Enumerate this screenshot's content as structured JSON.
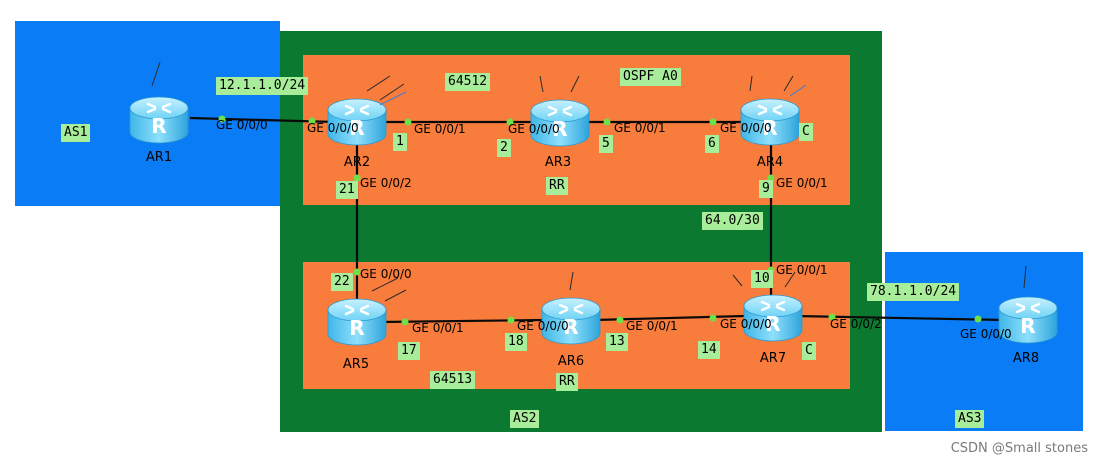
{
  "zones": {
    "as1": "AS1",
    "as2": "AS2",
    "as3": "AS3",
    "as2_upper": "64512",
    "as2_lower": "64513",
    "ospf": "OSPF A0"
  },
  "networks": {
    "ar1_ar2": "12.1.1.0/24",
    "ar4_ar7": "64.0/30",
    "ar7_ar8": "78.1.1.0/24"
  },
  "routers": {
    "ar1": "AR1",
    "ar2": "AR2",
    "ar3": "AR3",
    "ar4": "AR4",
    "ar5": "AR5",
    "ar6": "AR6",
    "ar7": "AR7",
    "ar8": "AR8"
  },
  "roles": {
    "ar3": "RR",
    "ar4": "C",
    "ar6": "RR",
    "ar7": "C"
  },
  "ports": {
    "ar1_g000": "GE 0/0/0",
    "ar2_g000": "GE 0/0/0",
    "ar2_g001": "GE 0/0/1",
    "ar2_g002": "GE 0/0/2",
    "ar3_g000": "GE 0/0/0",
    "ar3_g001": "GE 0/0/1",
    "ar4_g000": "GE 0/0/0",
    "ar4_g001": "GE 0/0/1",
    "ar5_g000": "GE 0/0/0",
    "ar5_g001": "GE 0/0/1",
    "ar6_g000": "GE 0/0/0",
    "ar6_g001": "GE 0/0/1",
    "ar7_g001": "GE 0/0/1",
    "ar7_g000": "GE 0/0/0",
    "ar7_g002": "GE 0/0/2",
    "ar8_g000": "GE 0/0/0"
  },
  "hosts": {
    "ar2_g001": "1",
    "ar3_g000": "2",
    "ar3_g001": "5",
    "ar4_g000": "6",
    "ar4_g001": "9",
    "ar7_g001": "10",
    "ar5_g001": "17",
    "ar6_g000": "18",
    "ar6_g001": "13",
    "ar7_g000": "14",
    "ar2_g002": "21",
    "ar5_g000": "22"
  },
  "watermark": "CSDN @Small stones",
  "colors": {
    "as_blue": "#0a7cf5",
    "as2_green": "#0b7a30",
    "sub_orange": "#f87c3c",
    "label_green": "#a8ee9a",
    "port_dot": "#6ee04a"
  },
  "icon": "router-icon"
}
